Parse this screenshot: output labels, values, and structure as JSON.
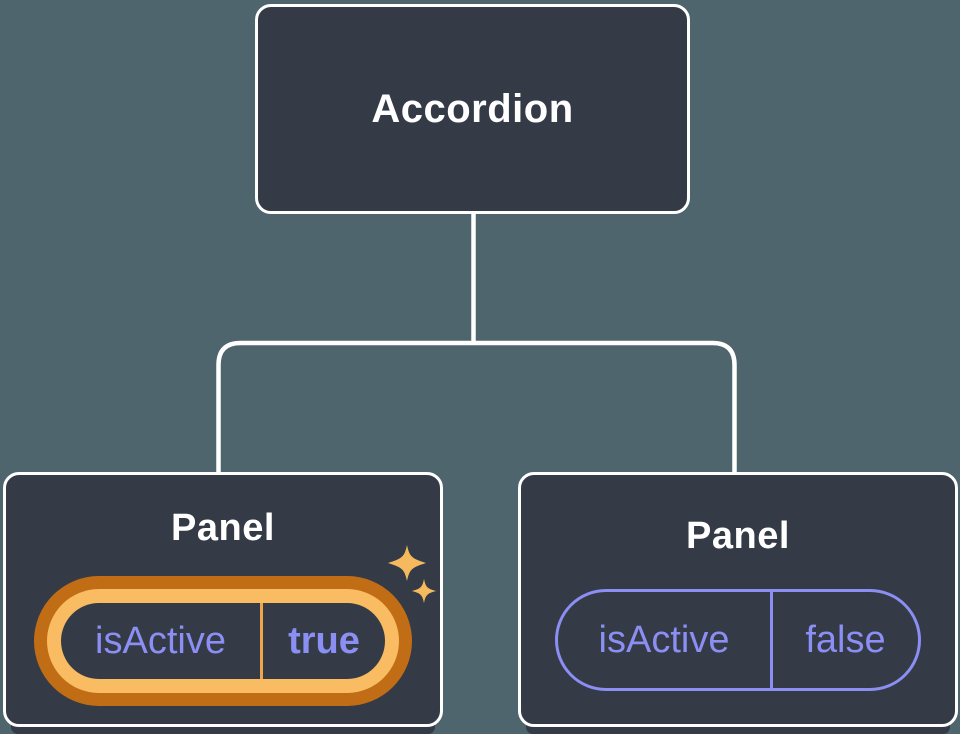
{
  "colors": {
    "bg-teal": "#4e656e",
    "box-fill": "#343b47",
    "box-border": "#ffffff",
    "connector": "#ffffff",
    "periwinkle": "#8b8ef2",
    "ring-outer": "#c16d15",
    "ring-inner": "#f9bc62",
    "divider-gold": "#eda64b",
    "sparkle-gold": "#f5b95e"
  },
  "tree": {
    "root": {
      "label": "Accordion"
    },
    "children": [
      {
        "title": "Panel",
        "prop_name": "isActive",
        "prop_value": "true",
        "highlighted": true
      },
      {
        "title": "Panel",
        "prop_name": "isActive",
        "prop_value": "false",
        "highlighted": false
      }
    ]
  }
}
